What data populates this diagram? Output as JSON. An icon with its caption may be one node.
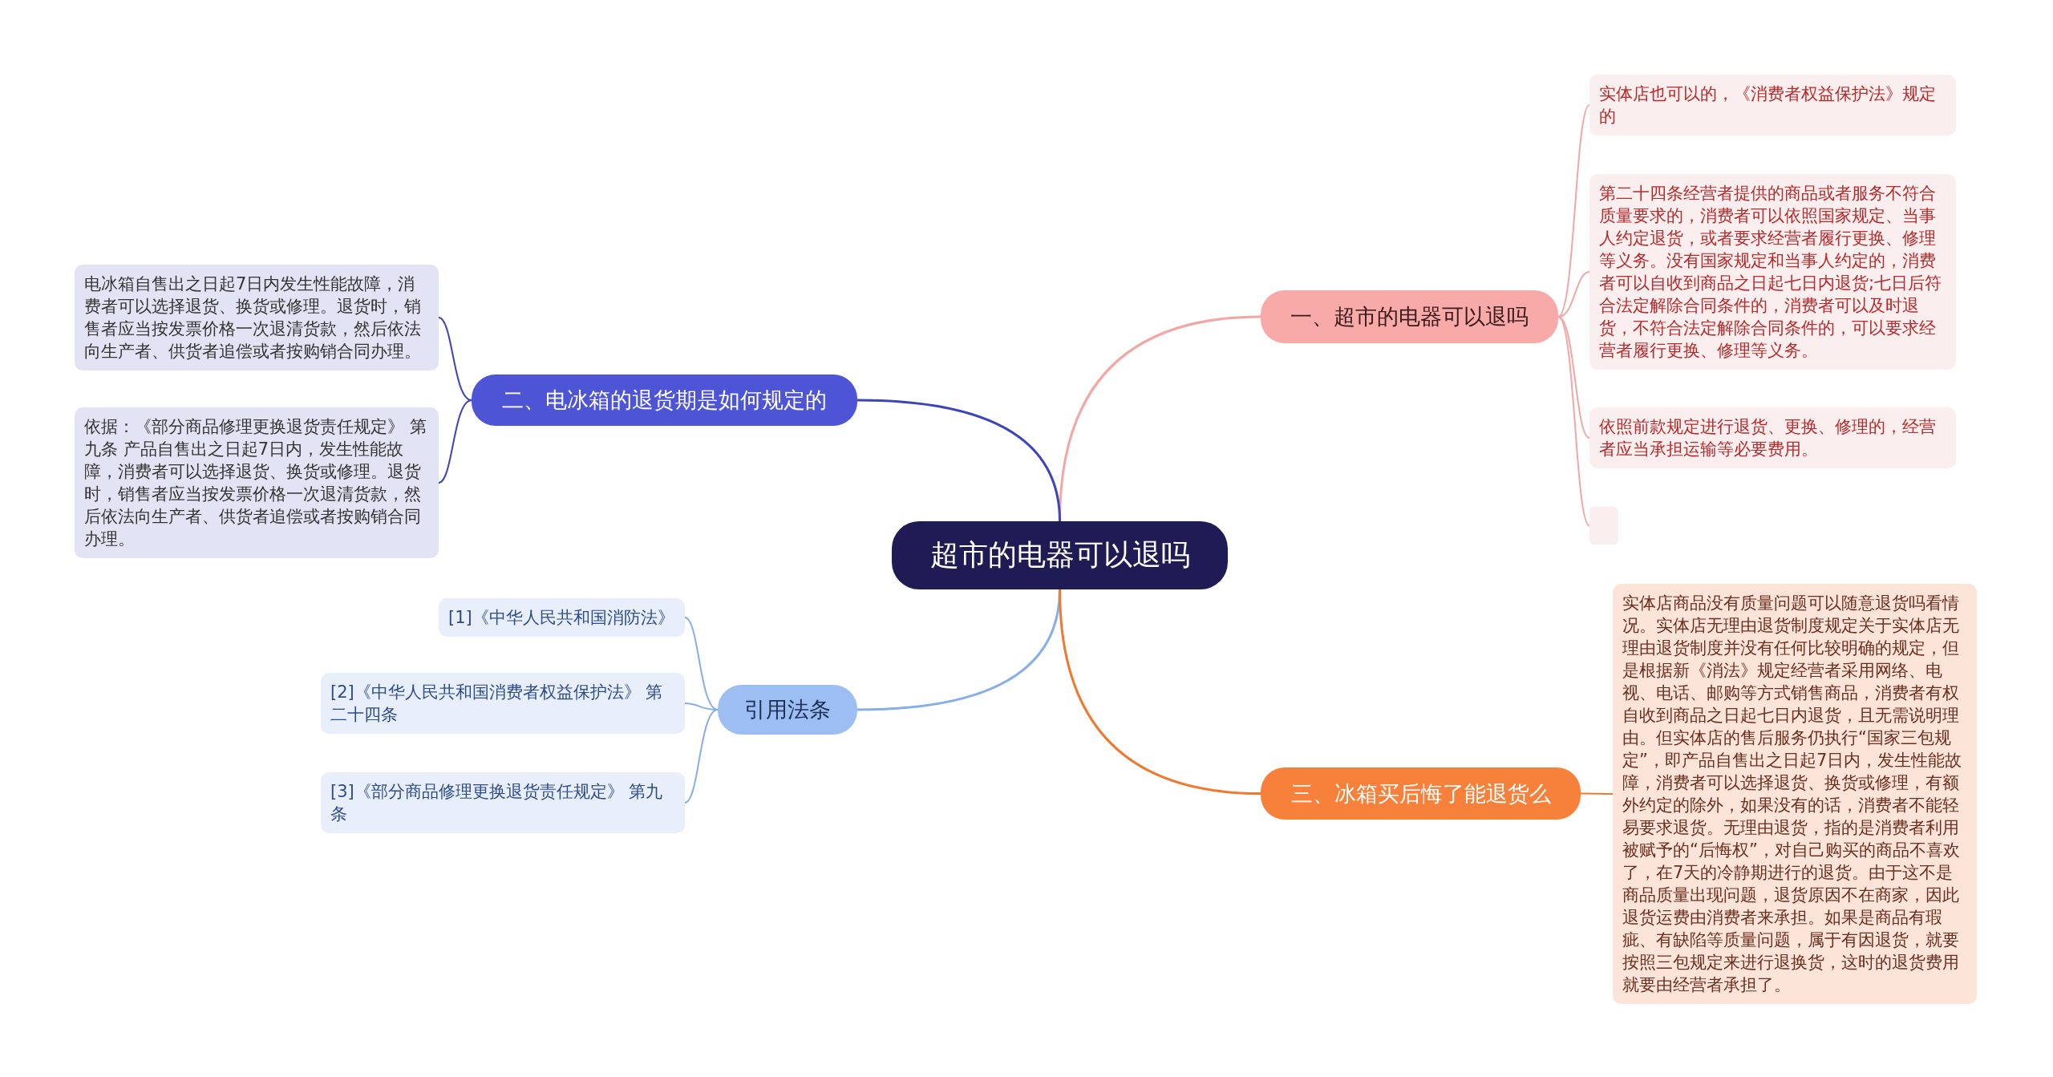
{
  "diagram": {
    "nodes": [
      {
        "text": [
          "超市的电器可以退吗"
        ]
      },
      {
        "text": [
          "一、超市的电器可以退吗"
        ]
      },
      {
        "text": [
          "实体店也可以的，《消费者权益保护法》规定的"
        ]
      },
      {
        "text": [
          "第二十四条经营者提供的商品或者服务不符合质量要求的，消费者可以依照国家规定、当事人约定退货，或者要求经营者履行更换、修理等义务。没有国家规定和当事人约定的，消费者可以自收到商品之日起七日内退货;七日后符合法定解除合同条件的，消费者可以及时退货，不符合法定解除合同条件的，可以要求经营者履行更换、修理等义务。"
        ]
      },
      {
        "text": [
          "依照前款规定进行退货、更换、修理的，经营者应当承担运输等必要费用。"
        ]
      },
      {
        "text": [],
        "shape": "box"
      },
      {
        "text": [
          "二、电冰箱的退货期是如何规定的"
        ]
      },
      {
        "text": [
          "电冰箱自售出之日起7日内发生性能故障，消费者可以选择退货、换货或修理。退货时，销售者应当按发票价格一次退清货款，然后依法向生产者、供货者追偿或者按购销合同办理。"
        ]
      },
      {
        "text": [
          "依据：《部分商品修理更换退货责任规定》 第九条 产品自售出之日起7日内，发生性能故障，消费者可以选择退货、换货或修理。退货时，销售者应当按发票价格一次退清货款，然后依法向生产者、供货者追偿或者按购销合同办理。"
        ]
      },
      {
        "text": [
          "引用法条"
        ]
      },
      {
        "text": [
          "[1]《中华人民共和国消防法》"
        ]
      },
      {
        "text": [
          "[2]《中华人民共和国消费者权益保护法》 第二十四条"
        ]
      },
      {
        "text": [
          "[3]《部分商品修理更换退货责任规定》 第九条"
        ]
      },
      {
        "text": [
          "三、冰箱买后悔了能退货么"
        ]
      },
      {
        "text": [
          "实体店商品没有质量问题可以随意退货吗看情况。实体店无理由退货制度规定关于实体店无理由退货制度并没有任何比较明确的规定，但是根据新《消法》规定经营者采用网络、电视、电话、邮购等方式销售商品，消费者有权自收到商品之日起七日内退货，且无需说明理由。但实体店的售后服务仍执行“国家三包规定”，即产品自售出之日起7日内，发生性能故障，消费者可以选择退货、换货或修理，有额外约定的除外，如果没有的话，消费者不能轻易要求退货。无理由退货，指的是消费者利用被赋予的“后悔权”，对自己购买的商品不喜欢了，在7天的冷静期进行的退货。由于这不是商品质量出现问题，退货原因不在商家，因此退货运费由消费者来承担。如果是商品有瑕疵、有缺陷等质量问题，属于有因退货，就要按照三包规定来进行退换货，这时的退货费用就要由经营者承担了。"
        ]
      }
    ],
    "edges": [
      {
        "from": 0,
        "to": 1,
        "arrow": "none",
        "color": "#f2a7a5"
      },
      {
        "from": 1,
        "to": 2,
        "arrow": "none",
        "color": "#f2a7a5"
      },
      {
        "from": 1,
        "to": 3,
        "arrow": "none",
        "color": "#f2a7a5"
      },
      {
        "from": 1,
        "to": 4,
        "arrow": "none",
        "color": "#f2a7a5"
      },
      {
        "from": 1,
        "to": 5,
        "arrow": "none",
        "color": "#f2a7a5"
      },
      {
        "from": 0,
        "to": 6,
        "arrow": "none",
        "color": "#3b44b8"
      },
      {
        "from": 6,
        "to": 7,
        "arrow": "none",
        "color": "#3b44b8"
      },
      {
        "from": 6,
        "to": 8,
        "arrow": "none",
        "color": "#3b44b8"
      },
      {
        "from": 0,
        "to": 9,
        "arrow": "none",
        "color": "#86aee8"
      },
      {
        "from": 9,
        "to": 10,
        "arrow": "none",
        "color": "#86aee8"
      },
      {
        "from": 9,
        "to": 11,
        "arrow": "none",
        "color": "#86aee8"
      },
      {
        "from": 9,
        "to": 12,
        "arrow": "none",
        "color": "#86aee8"
      },
      {
        "from": 0,
        "to": 13,
        "arrow": "none",
        "color": "#ee7a30"
      },
      {
        "from": 13,
        "to": 14,
        "arrow": "none",
        "color": "#ee7a30"
      }
    ]
  }
}
